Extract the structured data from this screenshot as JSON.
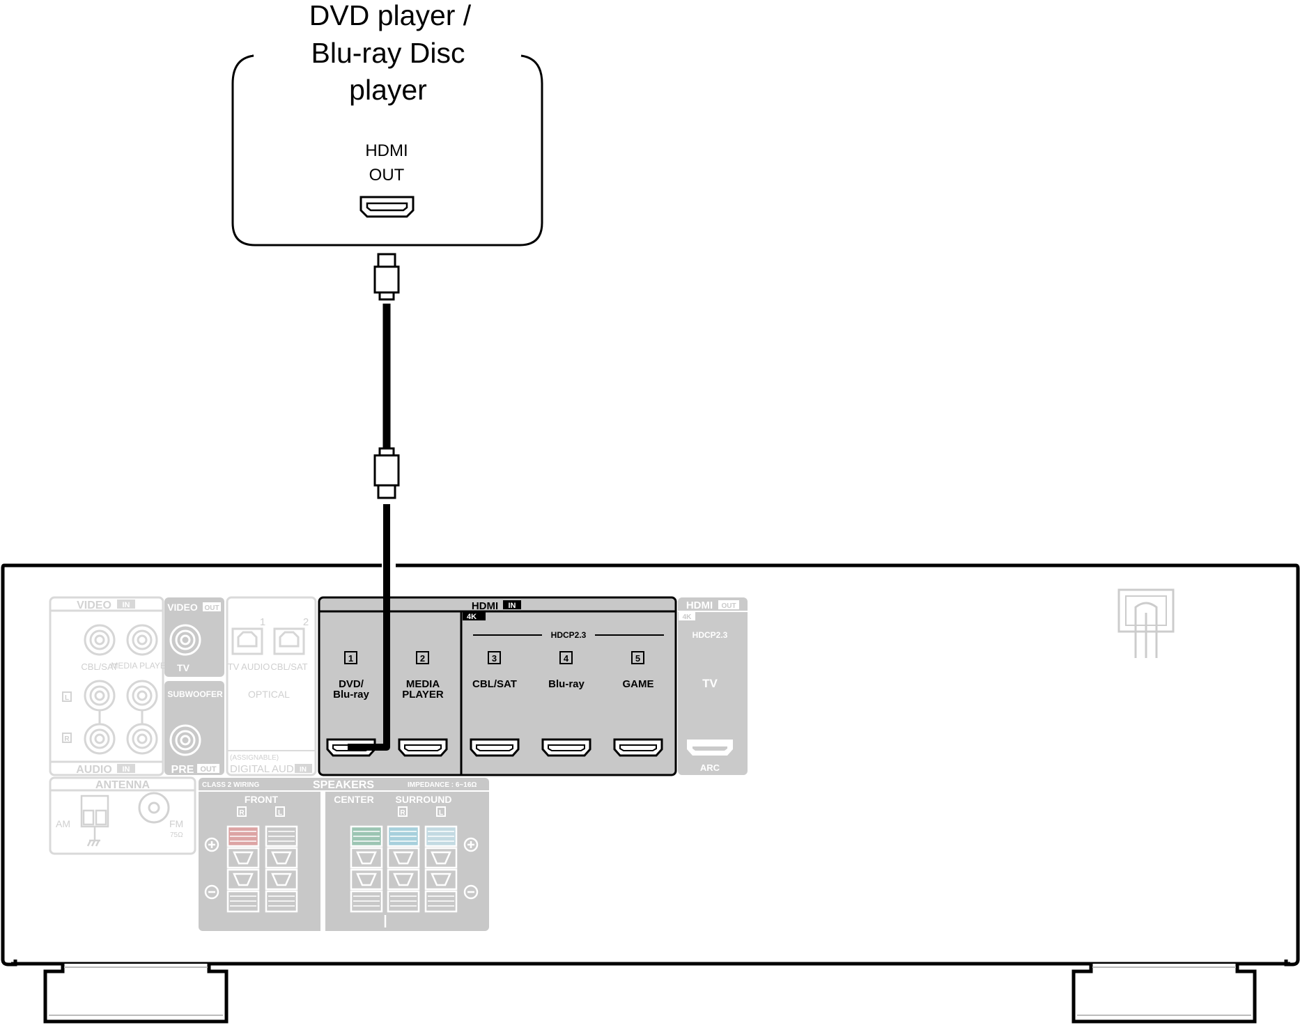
{
  "device": {
    "title_line1": "DVD player /",
    "title_line2": "Blu-ray Disc",
    "title_line3": "player",
    "port_line1": "HDMI",
    "port_line2": "OUT"
  },
  "receiver": {
    "video_in": {
      "label": "VIDEO",
      "badge": "IN",
      "jacks": [
        "CBL/SAT",
        "MEDIA PLAYER"
      ],
      "left": "L",
      "right": "R"
    },
    "audio_in": {
      "label": "AUDIO",
      "badge": "IN"
    },
    "video_out": {
      "label": "VIDEO",
      "badge": "OUT",
      "jack": "TV"
    },
    "subwoofer": "SUBWOOFER",
    "pre_out": {
      "label": "PRE",
      "badge": "OUT"
    },
    "optical": {
      "label": "OPTICAL",
      "num1": "1",
      "num2": "2",
      "jack1": "TV AUDIO",
      "jack2": "CBL/SAT",
      "assignable": "(ASSIGNABLE)",
      "digital_audio": "DIGITAL AUDIO",
      "badge": "IN"
    },
    "hdmi_in": {
      "label": "HDMI",
      "badge": "IN",
      "tag_4k": "4K",
      "hdcp": "HDCP2.3",
      "ports": [
        {
          "num": "1",
          "line1": "DVD/",
          "line2": "Blu-ray"
        },
        {
          "num": "2",
          "line1": "MEDIA",
          "line2": "PLAYER"
        },
        {
          "num": "3",
          "line1": "CBL/SAT",
          "line2": ""
        },
        {
          "num": "4",
          "line1": "Blu-ray",
          "line2": ""
        },
        {
          "num": "5",
          "line1": "GAME",
          "line2": ""
        }
      ]
    },
    "hdmi_out": {
      "label": "HDMI",
      "badge": "OUT",
      "tag_4k": "4K",
      "hdcp": "HDCP2.3",
      "jack": "TV",
      "arc": "ARC"
    },
    "antenna": {
      "label": "ANTENNA",
      "am": "AM",
      "fm": "FM",
      "ohm": "75Ω"
    },
    "speakers": {
      "label": "SPEAKERS",
      "class": "CLASS 2 WIRING",
      "impedance": "IMPEDANCE : 6~16Ω",
      "front": "FRONT",
      "center": "CENTER",
      "surround": "SURROUND",
      "r": "R",
      "l": "L"
    }
  },
  "colors": {
    "line": "#000000",
    "panel": "#c8c8c8",
    "faded_panel": "#ececec",
    "faded_line": "#d4d4d4",
    "hdmi_panel": "#c6c6c6",
    "front_r": "#e0a6a6",
    "center": "#9fc7b6",
    "surround_r": "#a9d2dd",
    "surround_l": "#c6dce3"
  }
}
